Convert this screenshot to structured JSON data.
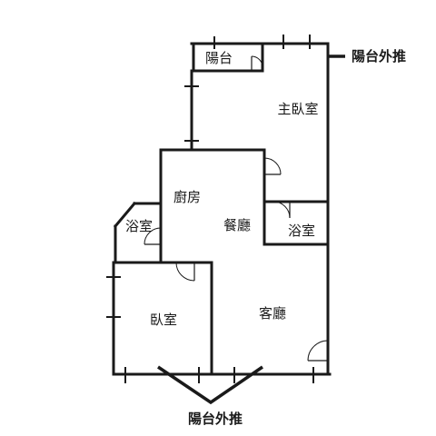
{
  "rooms": {
    "balcony_small": "陽台",
    "master_bedroom": "主臥室",
    "kitchen": "廚房",
    "dining": "餐廳",
    "bath_left": "浴室",
    "bath_right": "浴室",
    "bedroom": "臥室",
    "living": "客廳"
  },
  "annotations": {
    "top_right": "陽台外推",
    "bottom": "陽台外推"
  },
  "colors": {
    "line": "#1a1a1a",
    "background": "#ffffff"
  }
}
